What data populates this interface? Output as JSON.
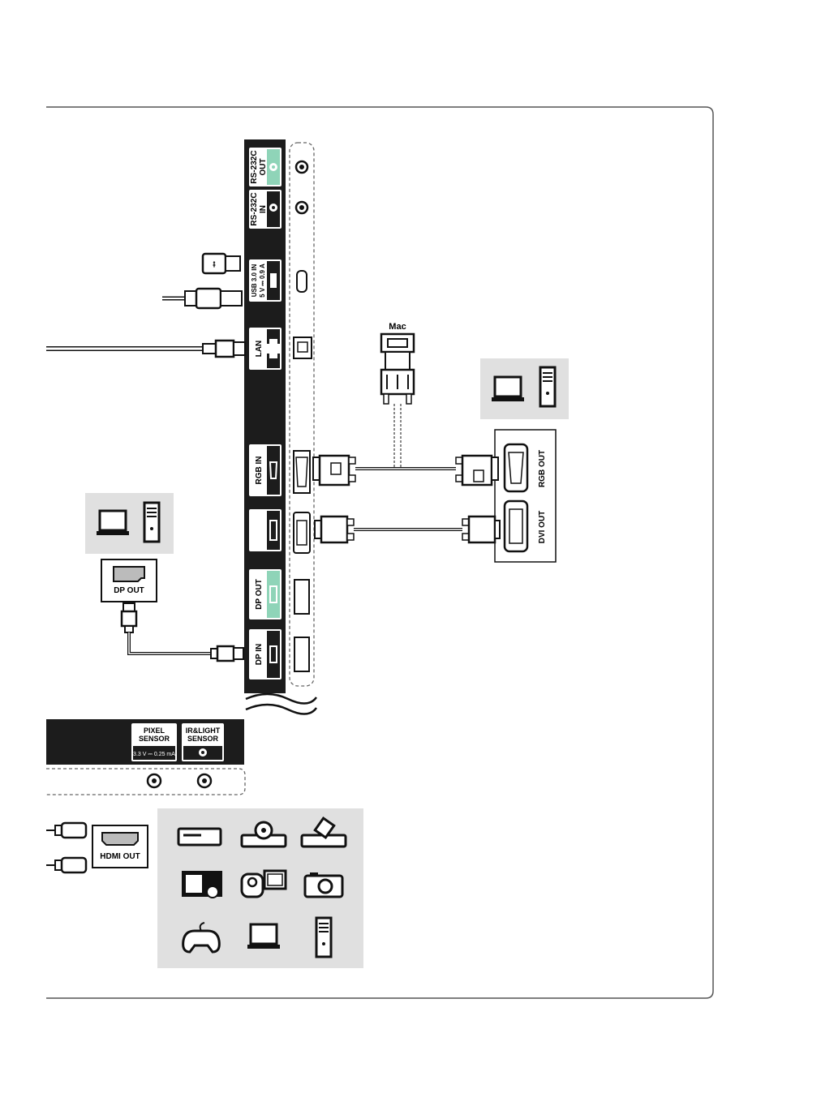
{
  "ports": {
    "rs232c_out": [
      "RS-232C",
      "OUT"
    ],
    "rs232c_in": [
      "RS-232C",
      "IN"
    ],
    "usb": [
      "USB 3.0 IN",
      "5 V ⎓ 0.9 A"
    ],
    "lan": "LAN",
    "rgb_in": "RGB IN",
    "dp_out": "DP OUT",
    "dp_in": "DP IN"
  },
  "sensors": {
    "pixel": [
      "PIXEL",
      "SENSOR"
    ],
    "pixel_rating": "3.3 V ⎓ 0.25 mA",
    "irlight": [
      "IR&LIGHT",
      "SENSOR"
    ]
  },
  "external": {
    "mac": "Mac",
    "rgb_out": "RGB OUT",
    "dvi_out": "DVI OUT",
    "dp_out_source": "DP OUT",
    "hdmi_out": "HDMI OUT"
  },
  "colors": {
    "panel": "#1c1c1c",
    "accent": "#8fd4b8",
    "box": "#e0e0e0"
  },
  "device_icons": [
    "dvd-player-icon",
    "blu-ray-player-icon",
    "set-top-box-icon",
    "home-theater-icon",
    "camcorder-icon",
    "camera-icon",
    "game-console-icon",
    "laptop-icon",
    "desktop-pc-icon"
  ]
}
